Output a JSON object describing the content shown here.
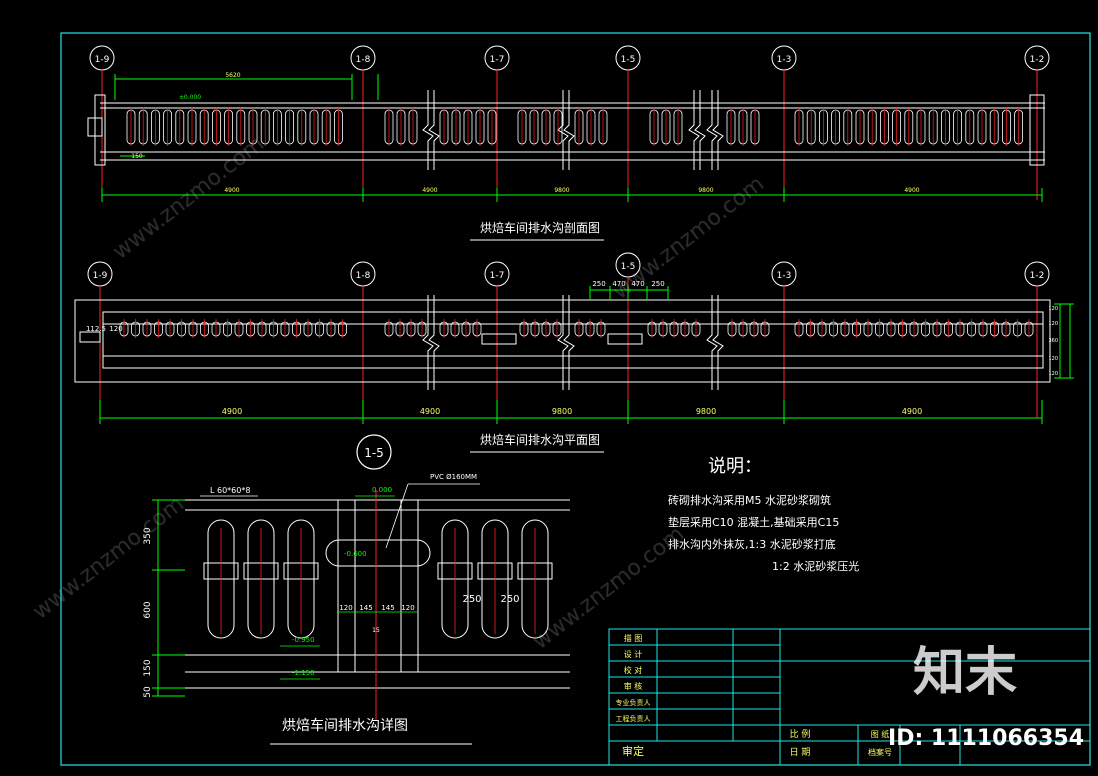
{
  "views": {
    "section": {
      "title": "烘焙车间排水沟剖面图",
      "gridlines": [
        "1-9",
        "1-8",
        "1-7",
        "1-5",
        "1-3",
        "1-2"
      ],
      "dims": [
        "4900",
        "4900",
        "9800",
        "9800",
        "4900"
      ],
      "level_mark": "0.000",
      "small_dims": [
        "±0.000",
        "5620",
        "150"
      ]
    },
    "plan": {
      "title": "烘焙车间排水沟平面图",
      "gridlines": [
        "1-9",
        "1-8",
        "1-7",
        "1-5",
        "1-3",
        "1-2"
      ],
      "dims": [
        "4900",
        "4900",
        "9800",
        "9800",
        "4900"
      ],
      "top_dims": [
        "250",
        "470",
        "470",
        "250"
      ],
      "left_dim": "112.5",
      "left_dim2": "120",
      "right_dims": [
        "120",
        "120",
        "360",
        "120",
        "120"
      ]
    },
    "detail": {
      "title": "烘焙车间排水沟详图",
      "callout": "1-5",
      "pipe_label": "L 60*60*8",
      "pvc_label": "PVC Ø160MM",
      "level_top": "0.000",
      "level_pipe": "-0.600",
      "level_bottom1": "-0.950",
      "level_bottom2": "-1.150",
      "vert_dims": [
        "350",
        "600",
        "150",
        "50"
      ],
      "bottom_dims": [
        "120",
        "145",
        "145",
        "120"
      ],
      "spacing_dims": [
        "250",
        "250"
      ],
      "center_mark": "15"
    }
  },
  "notes": {
    "title": "说明：",
    "lines": [
      "砖砌排水沟采用M5 水泥砂浆砌筑",
      "垫层采用C10 混凝土,基础采用C15",
      "排水沟内外抹灰,1:3 水泥砂浆打底",
      "1:2 水泥砂浆压光"
    ]
  },
  "title_block": {
    "rows": [
      "描 图",
      "设 计",
      "校 对",
      "审 核",
      "专业负责人",
      "工程负责人"
    ],
    "approve": "审定",
    "scale_label": "比 例",
    "date_label": "日 期",
    "drawing_no_label": "图 纸",
    "archive_label": "档案号"
  },
  "watermark": {
    "logo": "知末",
    "id_text": "ID: 1111066354",
    "site": "www.znzmo.com"
  },
  "colors": {
    "background": "#000000",
    "wall": "#ffffff",
    "axis": "#ff2020",
    "dimension": "#00ff00",
    "text_yellow": "#ffff66",
    "border": "#22e5e5",
    "title_block": "#22e5e5"
  }
}
